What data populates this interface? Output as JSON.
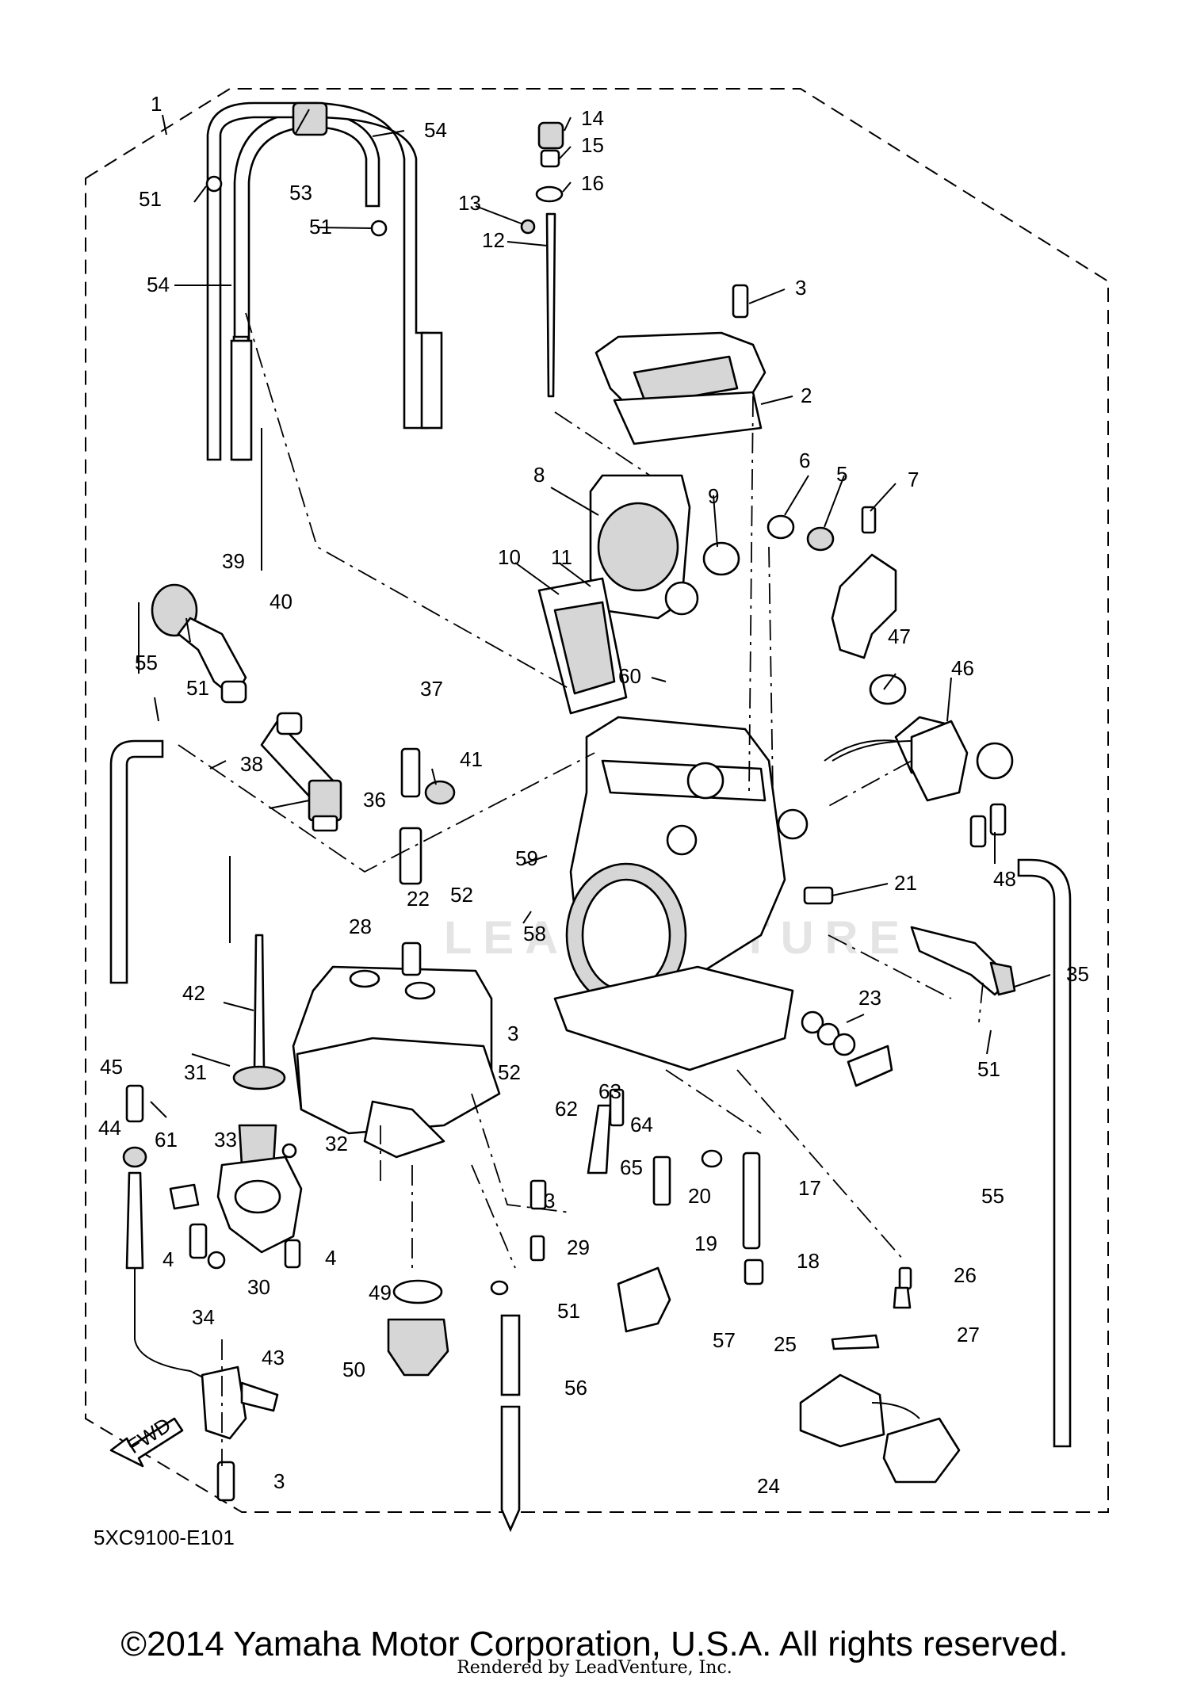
{
  "diagram": {
    "code": "5XC9100-E101",
    "fwd_label": "FWD",
    "watermark": "LEADVENTURE",
    "copyright": "©2014 Yamaha Motor Corporation, U.S.A. All rights reserved.",
    "rendered_by": "Rendered by LeadVenture, Inc.",
    "callouts": [
      "1",
      "2",
      "3",
      "4",
      "5",
      "6",
      "7",
      "8",
      "9",
      "10",
      "11",
      "12",
      "13",
      "14",
      "15",
      "16",
      "17",
      "18",
      "19",
      "20",
      "21",
      "22",
      "23",
      "24",
      "25",
      "26",
      "27",
      "28",
      "29",
      "30",
      "31",
      "32",
      "33",
      "34",
      "35",
      "36",
      "37",
      "38",
      "39",
      "40",
      "41",
      "42",
      "43",
      "44",
      "45",
      "46",
      "47",
      "48",
      "49",
      "50",
      "51",
      "52",
      "53",
      "54",
      "55",
      "56",
      "57",
      "58",
      "59",
      "60",
      "61",
      "62",
      "63",
      "64",
      "65"
    ]
  }
}
